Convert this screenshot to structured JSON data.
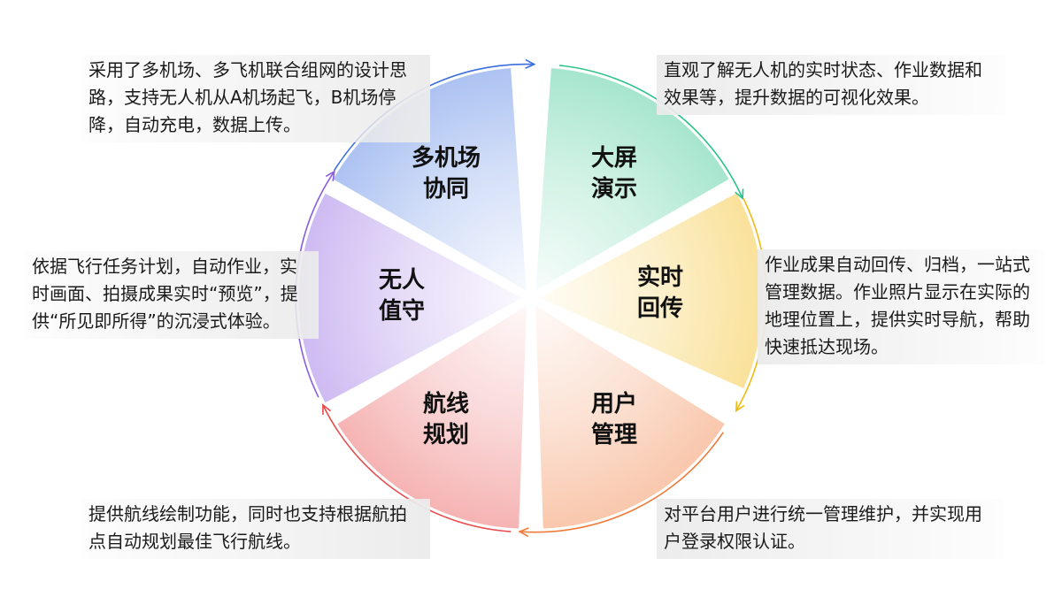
{
  "segments": [
    {
      "id": "multi-airport",
      "label": "多机场\n协同",
      "color": "#3b6fe0",
      "description": "采用了多机场、多飞机联合组网的设计思路，支持无人机从A机场起飞，B机场停降，自动充电，数据上传。"
    },
    {
      "id": "big-screen",
      "label": "大屏\n演示",
      "color": "#2cc38a",
      "description": "直观了解无人机的实时状态、作业数据和效果等，提升数据的可视化效果。"
    },
    {
      "id": "realtime-return",
      "label": "实时\n回传",
      "color": "#f2b90f",
      "description": "作业成果自动回传、归档，一站式管理数据。作业照片显示在实际的地理位置上，提供实时导航，帮助快速抵达现场。"
    },
    {
      "id": "user-management",
      "label": "用户\n管理",
      "color": "#f07a3a",
      "description": "对平台用户进行统一管理维护，并实现用户登录权限认证。"
    },
    {
      "id": "route-planning",
      "label": "航线\n规划",
      "color": "#e84b4b",
      "description": "提供航线绘制功能，同时也支持根据航拍点自动规划最佳飞行航线。"
    },
    {
      "id": "unmanned",
      "label": "无人\n值守",
      "color": "#8a5ce0",
      "description": "依据飞行任务计划，自动作业，实时画面、拍摄成果实时“预览”，提供“所见即所得”的沉浸式体验。"
    }
  ]
}
